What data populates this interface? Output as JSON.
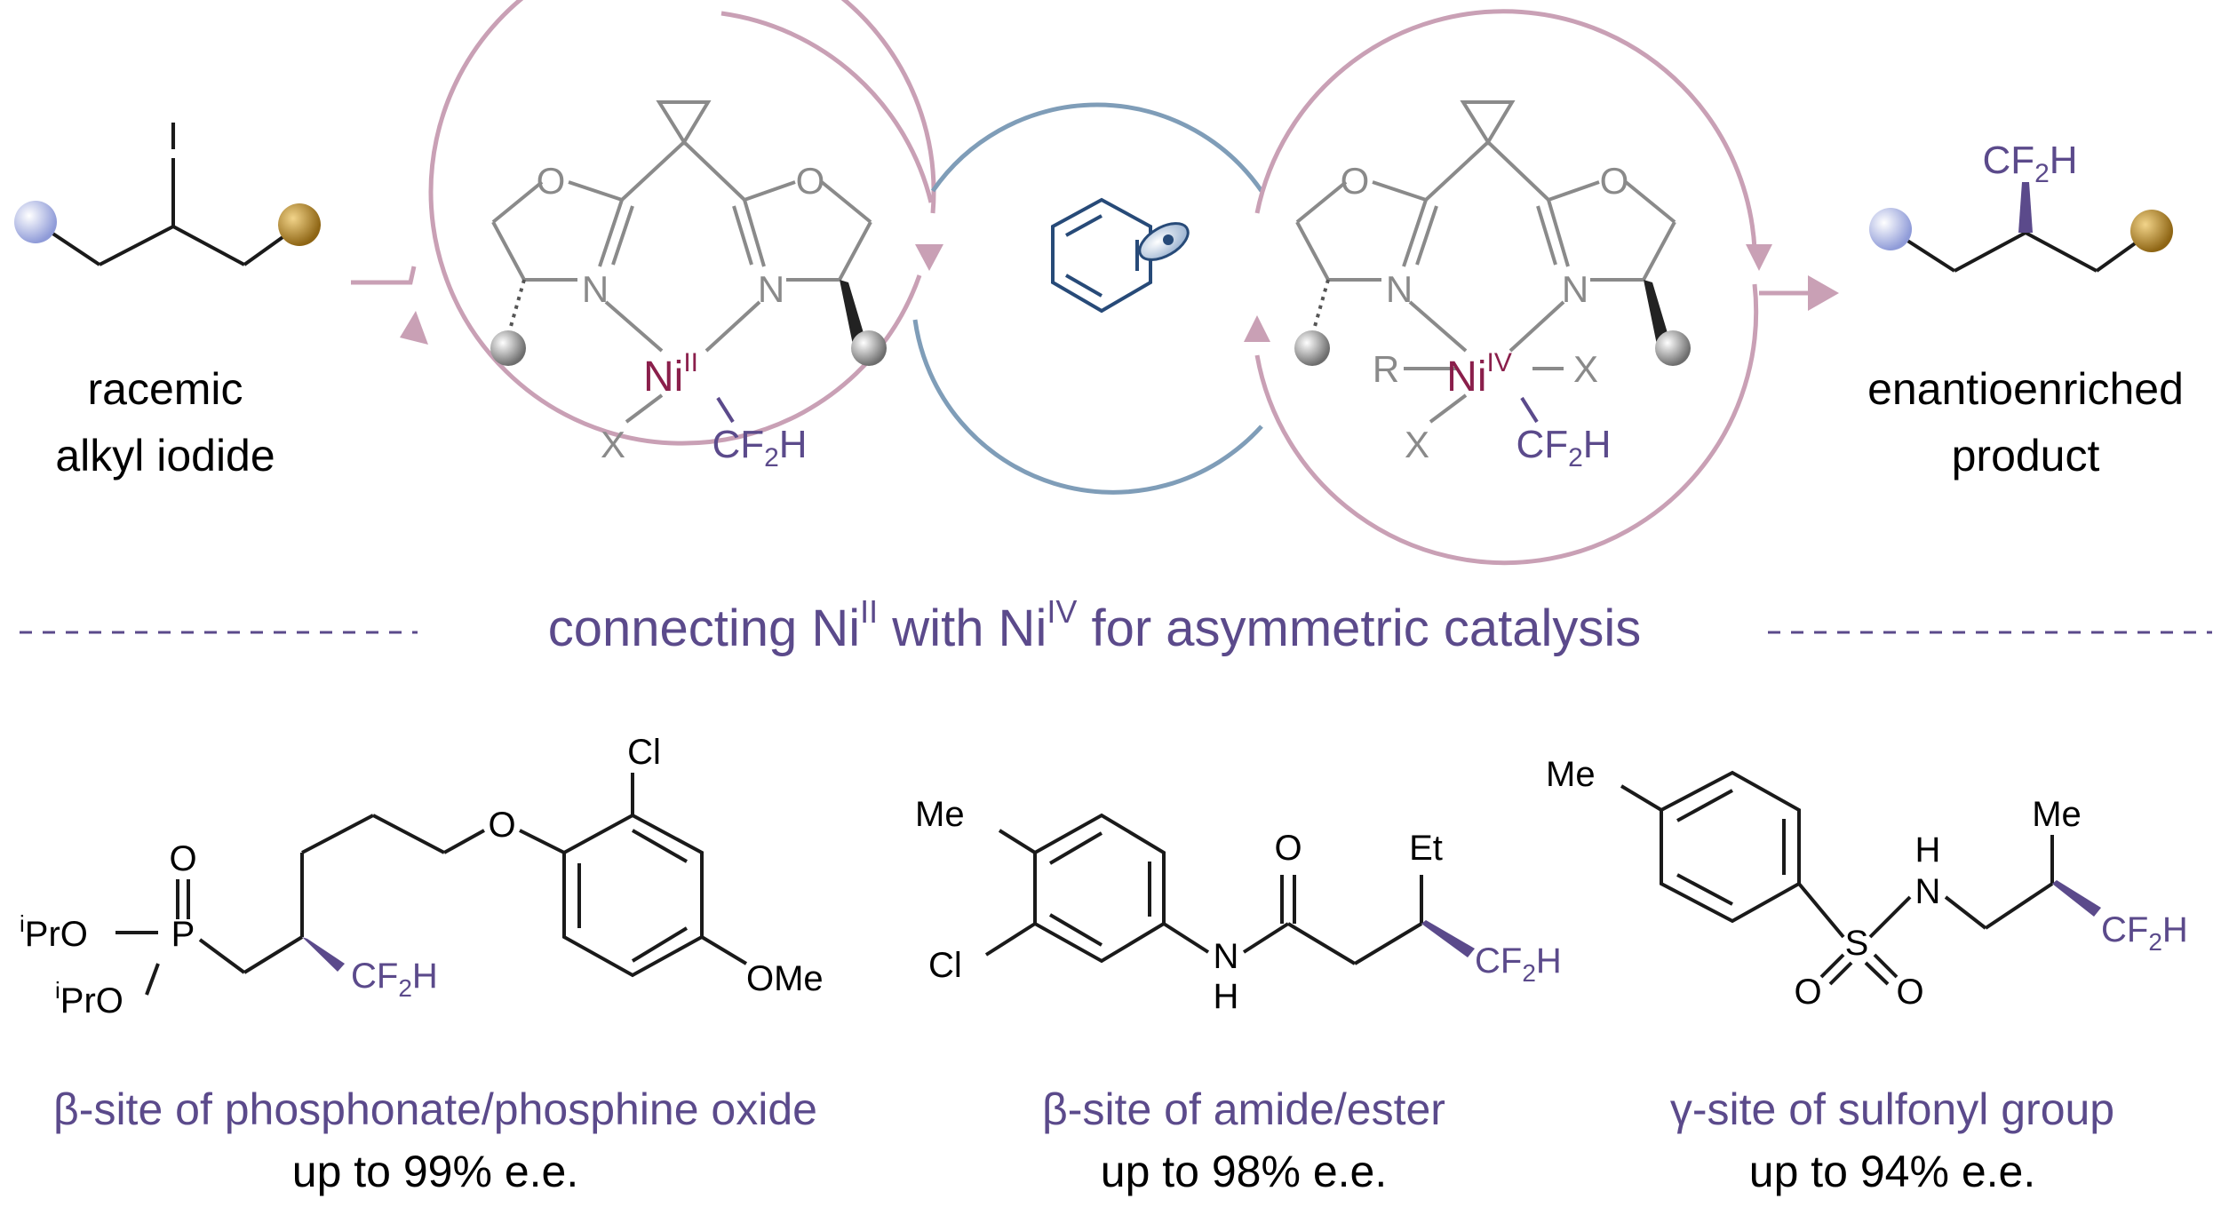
{
  "colors": {
    "cycle_pink": "#c9a0b5",
    "cycle_blue": "#7f9db8",
    "purple": "#5b4a8b",
    "nickel": "#8a1f4b",
    "gray": "#8a8a8a",
    "bond_black": "#1a1a1a",
    "radical_blue": "#274a78",
    "sphere_blue": "#a9b4e6",
    "sphere_gold": "#b58a2a"
  },
  "top": {
    "substrate": {
      "atom_iodine": "I",
      "line1": "racemic",
      "line2": "alkyl iodide"
    },
    "product": {
      "group": "CF",
      "group_sub": "2",
      "group_end": "H",
      "line1": "enantioenriched",
      "line2": "product"
    },
    "left_complex": {
      "o_left": "O",
      "o_right": "O",
      "n_left": "N",
      "n_right": "N",
      "metal": "Ni",
      "metal_ox": "II",
      "x": "X",
      "cf2h": "CF",
      "cf2h_sub": "2",
      "cf2h_end": "H"
    },
    "right_complex": {
      "o_left": "O",
      "o_right": "O",
      "n_left": "N",
      "n_right": "N",
      "metal": "Ni",
      "metal_ox": "IV",
      "r": "R",
      "x_right": "X",
      "x_bottom": "X",
      "cf2h": "CF",
      "cf2h_sub": "2",
      "cf2h_end": "H"
    }
  },
  "divider": {
    "pre": "connecting Ni",
    "ox1": "II",
    "mid": " with Ni",
    "ox2": "IV",
    "post": " for asymmetric catalysis"
  },
  "examples": [
    {
      "labels": {
        "ipro1": "PrO",
        "ipro2": "PrO",
        "i_sup": "i",
        "p": "P",
        "o_top": "O",
        "o_ether": "O",
        "cl": "Cl",
        "ome": "OMe",
        "cf": "CF",
        "sub": "2",
        "h": "H"
      },
      "caption": "β-site of phosphonate/phosphine oxide",
      "ee": "up to 99% e.e."
    },
    {
      "labels": {
        "me": "Me",
        "cl": "Cl",
        "o": "O",
        "n": "N",
        "h": "H",
        "et": "Et",
        "cf": "CF",
        "sub": "2",
        "h2": "H"
      },
      "caption": "β-site of amide/ester",
      "ee": "up to 98% e.e."
    },
    {
      "labels": {
        "me1": "Me",
        "me2": "Me",
        "h": "H",
        "n": "N",
        "s": "S",
        "o1": "O",
        "o2": "O",
        "cf": "CF",
        "sub": "2",
        "h2": "H"
      },
      "caption": "γ-site of sulfonyl group",
      "ee": "up to 94% e.e."
    }
  ]
}
